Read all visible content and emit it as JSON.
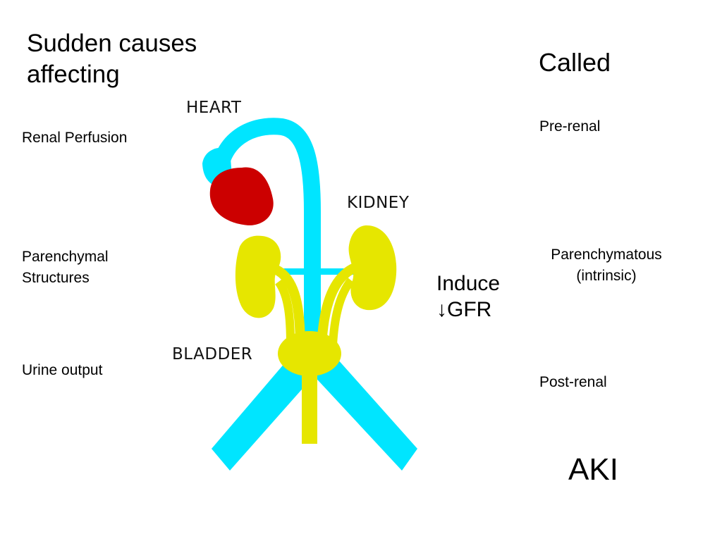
{
  "title_lines": [
    "Sudden causes",
    "affecting"
  ],
  "called": "Called",
  "left_labels": {
    "renal_perfusion": "Renal Perfusion",
    "parenchymal": [
      "Parenchymal",
      "Structures"
    ],
    "urine_output": "Urine output"
  },
  "right_labels": {
    "pre_renal": "Pre-renal",
    "parenchymatous": [
      "Parenchymatous",
      "(intrinsic)"
    ],
    "post_renal": "Post-renal"
  },
  "induce": [
    "Induce",
    "↓GFR"
  ],
  "aki": "AKI",
  "organ_labels": {
    "heart": "HEART",
    "kidney": "KIDNEY",
    "bladder": "BLADDER"
  },
  "colors": {
    "vessel": "#00e5ff",
    "heart": "#cc0000",
    "kidney": "#e6e600"
  }
}
